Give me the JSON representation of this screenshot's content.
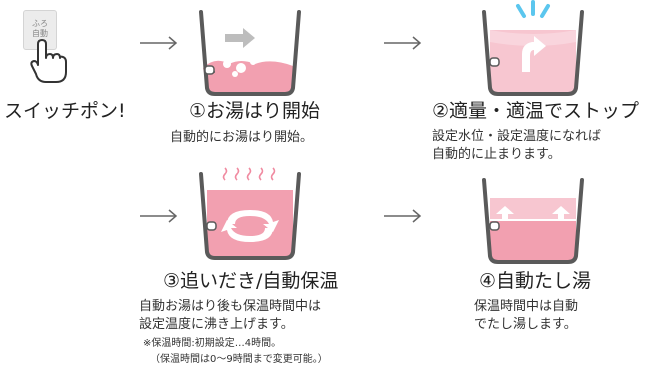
{
  "step0": {
    "button_line1": "ふろ",
    "button_line2": "自動",
    "title": "スイッチポン!"
  },
  "step1": {
    "title": "①お湯はり開始",
    "desc": [
      "自動的にお湯はり開始。"
    ]
  },
  "step2": {
    "title": "②適量・適温でストップ",
    "desc": [
      "設定水位・設定温度になれば",
      "自動的に止まります。"
    ]
  },
  "step3": {
    "title": "③追いだき/自動保温",
    "desc": [
      "自動お湯はり後も保温時間中は",
      "設定温度に沸き上げます。"
    ],
    "notes": [
      "※保温時間:初期設定…4時間。",
      "（保温時間は0〜9時間まで変更可能。）"
    ]
  },
  "step4": {
    "title": "④自動たし湯",
    "desc": [
      "保温時間中は自動",
      "でたし湯します。"
    ]
  },
  "colors": {
    "tub_outline": "#5a5a5a",
    "water_pink": "#f2a0b0",
    "water_light": "#f7c6d0",
    "arrow_gray": "#bdbdbd",
    "steam_pink": "#f08aa0",
    "sparkle_blue": "#5bc6ee"
  }
}
